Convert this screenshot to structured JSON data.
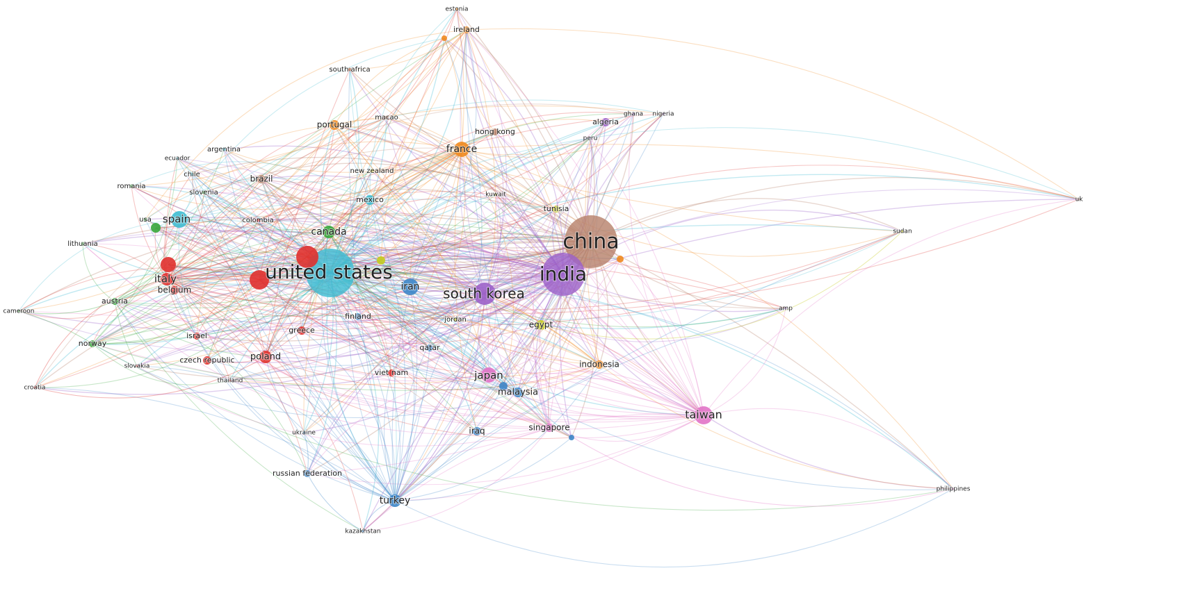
{
  "title": "",
  "cluster_colors": {
    "red": "#e0312e",
    "green": "#36a63a",
    "blue": "#3d86c8",
    "yellow": "#c7cc1e",
    "purple": "#9c62c9",
    "cyan": "#3fbcd2",
    "orange": "#ef8a1e",
    "brown": "#b8836c",
    "pink": "#e173c7"
  },
  "nodes": [
    {
      "id": "china",
      "label": "china",
      "cluster": "brown",
      "size": 5
    },
    {
      "id": "india",
      "label": "india",
      "cluster": "purple",
      "size": 4.5
    },
    {
      "id": "united_states",
      "label": "united states",
      "cluster": "cyan",
      "size": 4.6
    },
    {
      "id": "south_korea",
      "label": "south korea",
      "cluster": "purple",
      "size": 3
    },
    {
      "id": "taiwan",
      "label": "taiwan",
      "cluster": "pink",
      "size": 2.4
    },
    {
      "id": "japan",
      "label": "japan",
      "cluster": "pink",
      "size": 2.2
    },
    {
      "id": "italy",
      "label": "italy",
      "cluster": "red",
      "size": 2.1
    },
    {
      "id": "spain",
      "label": "spain",
      "cluster": "cyan",
      "size": 2.1
    },
    {
      "id": "canada",
      "label": "canada",
      "cluster": "green",
      "size": 1.9
    },
    {
      "id": "france",
      "label": "france",
      "cluster": "orange",
      "size": 1.9
    },
    {
      "id": "iran",
      "label": "iran",
      "cluster": "blue",
      "size": 1.9
    },
    {
      "id": "turkey",
      "label": "turkey",
      "cluster": "blue",
      "size": 1.9
    },
    {
      "id": "poland",
      "label": "poland",
      "cluster": "red",
      "size": 1.8
    },
    {
      "id": "malaysia",
      "label": "malaysia",
      "cluster": "blue",
      "size": 1.7
    },
    {
      "id": "iraq",
      "label": "iraq",
      "cluster": "blue",
      "size": 1.6
    },
    {
      "id": "singapore",
      "label": "singapore",
      "cluster": "pink",
      "size": 1.6
    },
    {
      "id": "indonesia",
      "label": "indonesia",
      "cluster": "orange",
      "size": 1.6
    },
    {
      "id": "egypt",
      "label": "egypt",
      "cluster": "yellow",
      "size": 1.6
    },
    {
      "id": "belgium",
      "label": "belgium",
      "cluster": "red",
      "size": 1.5
    },
    {
      "id": "brazil",
      "label": "brazil",
      "cluster": "brown",
      "size": 1.5
    },
    {
      "id": "portugal",
      "label": "portugal",
      "cluster": "orange",
      "size": 1.5
    },
    {
      "id": "hong_kong",
      "label": "hong kong",
      "cluster": "brown",
      "size": 1.4
    },
    {
      "id": "austria",
      "label": "austria",
      "cluster": "green",
      "size": 1.4
    },
    {
      "id": "norway",
      "label": "norway",
      "cluster": "green",
      "size": 1.4
    },
    {
      "id": "greece",
      "label": "greece",
      "cluster": "red",
      "size": 1.4
    },
    {
      "id": "israel",
      "label": "israel",
      "cluster": "red",
      "size": 1.4
    },
    {
      "id": "czech_republic",
      "label": "czech republic",
      "cluster": "red",
      "size": 1.4
    },
    {
      "id": "russian_federation",
      "label": "russian federation",
      "cluster": "blue",
      "size": 1.4
    },
    {
      "id": "finland",
      "label": "finland",
      "cluster": "blue",
      "size": 1.4
    },
    {
      "id": "qatar",
      "label": "qatar",
      "cluster": "blue",
      "size": 1.3
    },
    {
      "id": "tunisia",
      "label": "tunisia",
      "cluster": "yellow",
      "size": 1.3
    },
    {
      "id": "mexico",
      "label": "mexico",
      "cluster": "cyan",
      "size": 1.3
    },
    {
      "id": "algeria",
      "label": "algeria",
      "cluster": "purple",
      "size": 1.3
    },
    {
      "id": "ireland",
      "label": "ireland",
      "cluster": "orange",
      "size": 1.3
    },
    {
      "id": "viet_nam",
      "label": "viet nam",
      "cluster": "red",
      "size": 1.3
    },
    {
      "id": "jordan",
      "label": "jordan",
      "cluster": "yellow",
      "size": 1.1
    },
    {
      "id": "usa",
      "label": "usa",
      "cluster": "green",
      "size": 1.1
    },
    {
      "id": "lithuania",
      "label": "lithuania",
      "cluster": "green",
      "size": 1.1
    },
    {
      "id": "colombia",
      "label": "colombia",
      "cluster": "red",
      "size": 1.1
    },
    {
      "id": "slovenia",
      "label": "slovenia",
      "cluster": "green",
      "size": 1.1
    },
    {
      "id": "chile",
      "label": "chile",
      "cluster": "cyan",
      "size": 1.1
    },
    {
      "id": "romania",
      "label": "romania",
      "cluster": "green",
      "size": 1.1
    },
    {
      "id": "argentina",
      "label": "argentina",
      "cluster": "cyan",
      "size": 1.1
    },
    {
      "id": "ecuador",
      "label": "ecuador",
      "cluster": "cyan",
      "size": 1.0
    },
    {
      "id": "new_zealand",
      "label": "new zealand",
      "cluster": "yellow",
      "size": 1.1
    },
    {
      "id": "macao",
      "label": "macao",
      "cluster": "brown",
      "size": 1.1
    },
    {
      "id": "south_africa",
      "label": "south africa",
      "cluster": "brown",
      "size": 1.1
    },
    {
      "id": "kuwait",
      "label": "kuwait",
      "cluster": "yellow",
      "size": 1.0
    },
    {
      "id": "peru",
      "label": "peru",
      "cluster": "purple",
      "size": 1.0
    },
    {
      "id": "ghana",
      "label": "ghana",
      "cluster": "purple",
      "size": 1.0
    },
    {
      "id": "nigeria",
      "label": "nigeria",
      "cluster": "purple",
      "size": 1.0
    },
    {
      "id": "estonia",
      "label": "estonia",
      "cluster": "orange",
      "size": 1.0
    },
    {
      "id": "slovakia",
      "label": "slovakia",
      "cluster": "red",
      "size": 1.0
    },
    {
      "id": "thailand",
      "label": "thailand",
      "cluster": "red",
      "size": 1.0
    },
    {
      "id": "croatia",
      "label": "croatia",
      "cluster": "red",
      "size": 1.0
    },
    {
      "id": "cameroon",
      "label": "cameroon",
      "cluster": "green",
      "size": 1.0
    },
    {
      "id": "ukraine",
      "label": "ukraine",
      "cluster": "blue",
      "size": 1.0
    },
    {
      "id": "kazakhstan",
      "label": "kazakhstan",
      "cluster": "blue",
      "size": 1.0
    },
    {
      "id": "philippines",
      "label": "philippines",
      "cluster": "pink",
      "size": 1.0
    },
    {
      "id": "amp",
      "label": "amp",
      "cluster": "purple",
      "size": 1.0
    },
    {
      "id": "sudan",
      "label": "sudan",
      "cluster": "yellow",
      "size": 1.0
    },
    {
      "id": "uk",
      "label": "uk",
      "cluster": "brown",
      "size": 1.0
    },
    {
      "id": "unlabeled_1",
      "label": "",
      "cluster": "red",
      "size": 2.0
    },
    {
      "id": "unlabeled_2",
      "label": "",
      "cluster": "red",
      "size": 1.9
    },
    {
      "id": "unlabeled_3",
      "label": "",
      "cluster": "red",
      "size": 1.6
    },
    {
      "id": "unlabeled_4",
      "label": "",
      "cluster": "green",
      "size": 1.3
    },
    {
      "id": "unlabeled_5",
      "label": "",
      "cluster": "yellow",
      "size": 1.2
    },
    {
      "id": "unlabeled_6",
      "label": "",
      "cluster": "orange",
      "size": 1.2
    },
    {
      "id": "unlabeled_7",
      "label": "",
      "cluster": "blue",
      "size": 1.1
    },
    {
      "id": "unlabeled_8",
      "label": "",
      "cluster": "blue",
      "size": 1.1
    },
    {
      "id": "unlabeled_9",
      "label": "",
      "cluster": "orange",
      "size": 1.0
    }
  ]
}
